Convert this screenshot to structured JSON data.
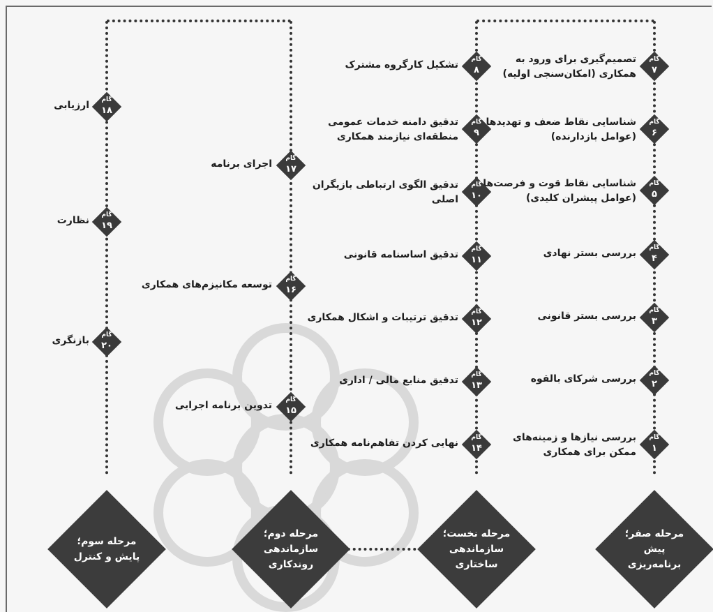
{
  "stages": [
    {
      "id": "s0",
      "lines": [
        "مرحله صفر؛",
        "پیش",
        "برنامه‌ریزی"
      ]
    },
    {
      "id": "s1",
      "lines": [
        "مرحله نخست؛",
        "سازماندهی",
        "ساختاری"
      ]
    },
    {
      "id": "s2",
      "lines": [
        "مرحله دوم؛",
        "سازماندهی",
        "روندکاری"
      ]
    },
    {
      "id": "s3",
      "lines": [
        "مرحله سوم؛",
        "پایش و کنترل"
      ]
    }
  ],
  "step_word": "گام",
  "steps": [
    {
      "num": "۱",
      "lines": [
        "بررسی نیازها و زمینه‌های",
        "ممکن برای همکاری"
      ]
    },
    {
      "num": "۲",
      "lines": [
        "بررسی شرکای بالقوه"
      ]
    },
    {
      "num": "۳",
      "lines": [
        "بررسی بستر قانونی"
      ]
    },
    {
      "num": "۴",
      "lines": [
        "بررسی بستر نهادی"
      ]
    },
    {
      "num": "۵",
      "lines": [
        "شناسایی نقاط قوت و فرصت‌ها",
        "(عوامل پیشران کلیدی)"
      ]
    },
    {
      "num": "۶",
      "lines": [
        "شناسایی نقاط ضعف و تهدیدها",
        "(عوامل بازدارنده)"
      ]
    },
    {
      "num": "۷",
      "lines": [
        "تصمیم‌گیری برای ورود به",
        "همکاری (امکان‌سنجی اولیه)"
      ]
    },
    {
      "num": "۸",
      "lines": [
        "تشکیل کارگروه مشترک"
      ]
    },
    {
      "num": "۹",
      "lines": [
        "تدقیق دامنه خدمات عمومی",
        "منطقه‌ای نیازمند همکاری"
      ]
    },
    {
      "num": "۱۰",
      "lines": [
        "تدقیق الگوی ارتباطی بازیگران",
        "اصلی"
      ]
    },
    {
      "num": "۱۱",
      "lines": [
        "تدقیق اساسنامه قانونی"
      ]
    },
    {
      "num": "۱۲",
      "lines": [
        "تدقیق ترتیبات و اشکال همکاری"
      ]
    },
    {
      "num": "۱۳",
      "lines": [
        "تدقیق منابع مالی / اداری"
      ]
    },
    {
      "num": "۱۴",
      "lines": [
        "نهایی کردن تفاهم‌نامه همکاری"
      ]
    },
    {
      "num": "۱۵",
      "lines": [
        "تدوین برنامه اجرایی"
      ]
    },
    {
      "num": "۱۶",
      "lines": [
        "توسعه مکانیزم‌های همکاری"
      ]
    },
    {
      "num": "۱۷",
      "lines": [
        "اجرای برنامه"
      ]
    },
    {
      "num": "۱۸",
      "lines": [
        "ارزیابی"
      ]
    },
    {
      "num": "۱۹",
      "lines": [
        "نظارت"
      ]
    },
    {
      "num": "۲۰",
      "lines": [
        "بازنگری"
      ]
    }
  ]
}
